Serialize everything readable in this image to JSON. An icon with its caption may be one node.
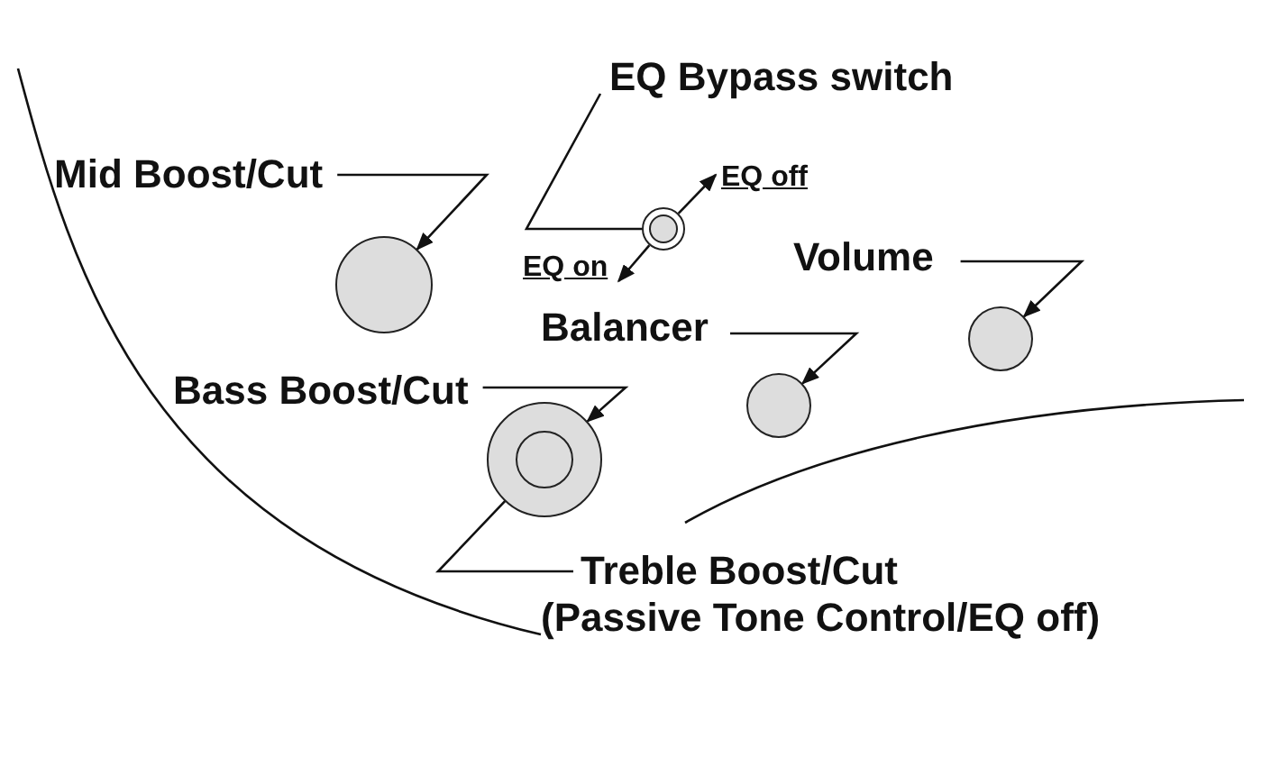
{
  "diagram": {
    "nodes": [
      {
        "text": [
          "Mid Boost/Cut"
        ]
      },
      {
        "text": [
          "EQ Bypass switch"
        ]
      },
      {
        "text": [
          "EQ off"
        ]
      },
      {
        "text": [
          "EQ on"
        ]
      },
      {
        "text": [
          "Volume"
        ]
      },
      {
        "text": [
          "Balancer"
        ]
      },
      {
        "text": [
          "Bass Boost/Cut"
        ]
      },
      {
        "text": [
          "Treble Boost/Cut",
          "(Passive Tone Control/EQ off)"
        ]
      },
      {
        "text": [],
        "shape": "circle"
      },
      {
        "text": [],
        "shape": "circle"
      },
      {
        "text": [],
        "shape": "circle"
      },
      {
        "text": [],
        "shape": "circle"
      },
      {
        "text": [],
        "shape": "circle"
      },
      {
        "text": [],
        "shape": "circle",
        "in": 12
      }
    ],
    "edges": [
      {
        "from": 0,
        "to": 8,
        "arrow": "to"
      },
      {
        "from": 1,
        "to": 9,
        "arrow": "none"
      },
      {
        "from": 9,
        "to": 2,
        "arrow": "to"
      },
      {
        "from": 9,
        "to": 3,
        "arrow": "to"
      },
      {
        "from": 4,
        "to": 10,
        "arrow": "to"
      },
      {
        "from": 5,
        "to": 11,
        "arrow": "to"
      },
      {
        "from": 6,
        "to": 12,
        "arrow": "to"
      },
      {
        "from": 7,
        "to": 13,
        "arrow": "to"
      }
    ]
  }
}
